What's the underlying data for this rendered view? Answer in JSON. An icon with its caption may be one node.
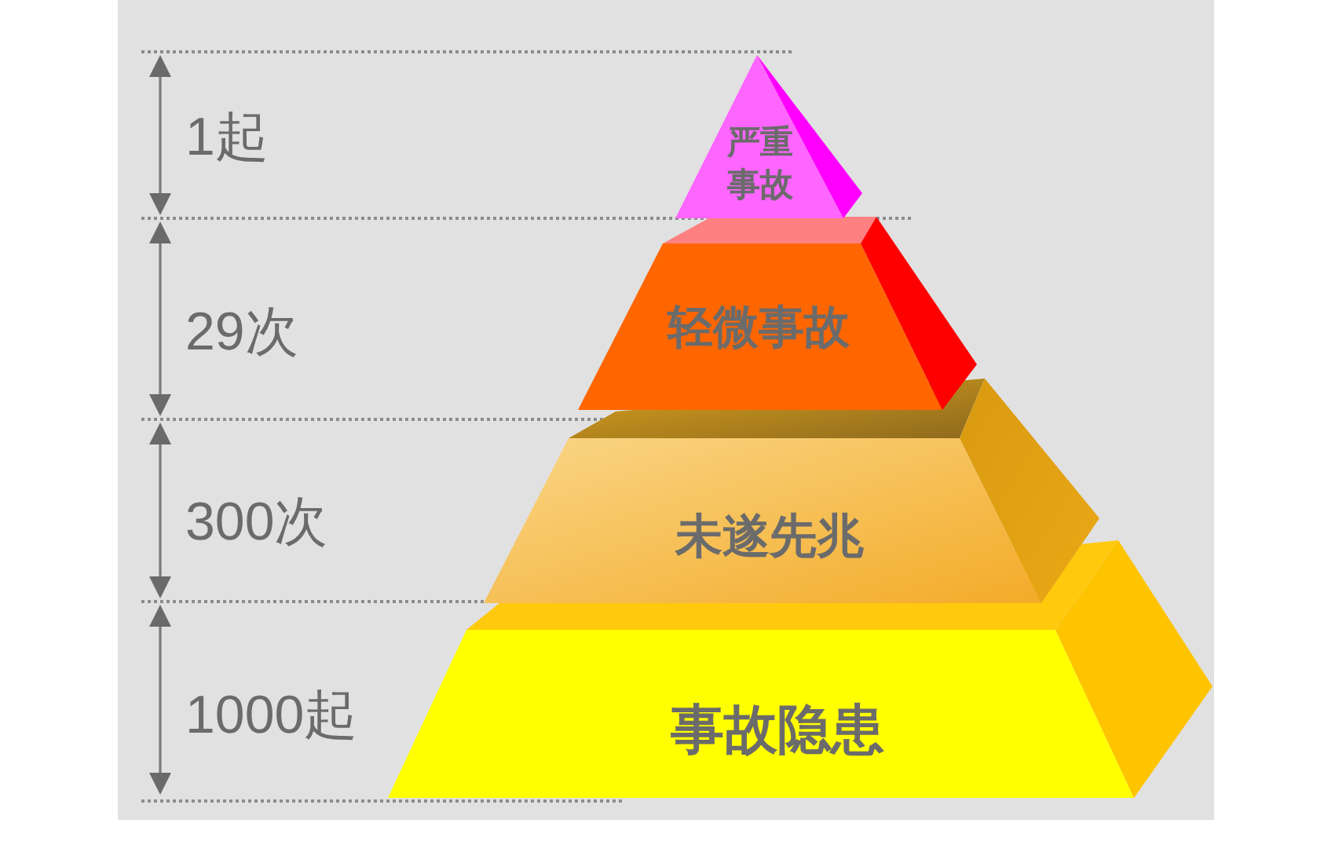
{
  "diagram": {
    "nodes": [
      {
        "text": [
          "严重事故"
        ]
      },
      {
        "text": [
          "轻微事故"
        ]
      },
      {
        "text": [
          "未遂先兆"
        ]
      },
      {
        "text": [
          "事故隐患"
        ]
      }
    ],
    "labels": [
      "1起",
      "29次",
      "300次",
      "1000起"
    ]
  }
}
